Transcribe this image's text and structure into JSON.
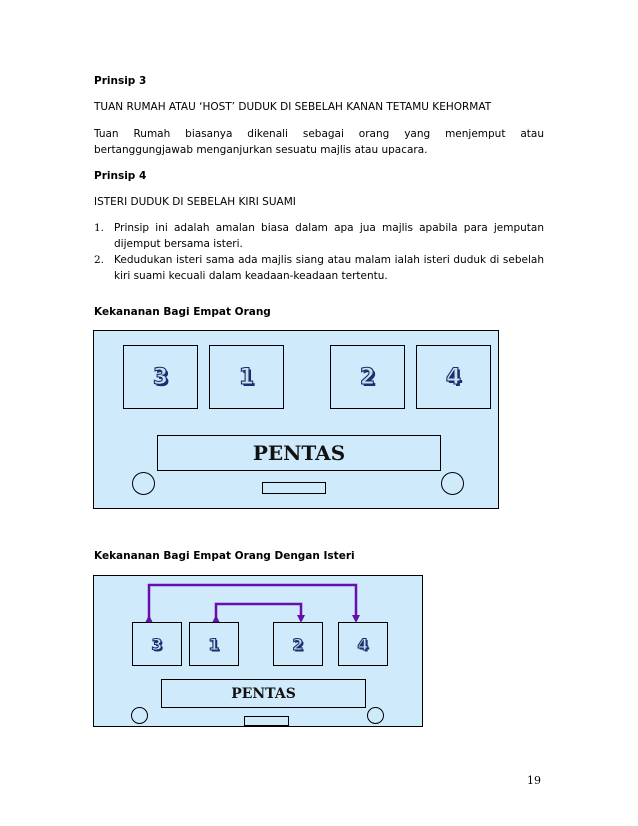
{
  "principle3": {
    "heading": "Prinsip 3",
    "title": "TUAN RUMAH ATAU ‘HOST’ DUDUK DI SEBELAH KANAN TETAMU KEHORMAT",
    "body": "Tuan Rumah biasanya dikenali sebagai orang yang menjemput atau bertanggungjawab menganjurkan sesuatu majlis atau upacara."
  },
  "principle4": {
    "heading": "Prinsip 4",
    "title": "ISTERI DUDUK DI SEBELAH KIRI SUAMI",
    "items": [
      {
        "num": "1.",
        "text": "Prinsip ini adalah amalan biasa dalam apa jua majlis apabila para jemputan dijemput bersama isteri."
      },
      {
        "num": "2.",
        "text": "Kedudukan isteri sama ada majlis siang atau malam ialah isteri duduk di sebelah kiri suami kecuali dalam keadaan-keadaan tertentu."
      }
    ]
  },
  "diagram1": {
    "caption": "Kekananan Bagi Empat Orang",
    "seats": [
      "3",
      "1",
      "2",
      "4"
    ],
    "stage_label": "PENTAS"
  },
  "diagram2": {
    "caption": "Kekananan Bagi Empat Orang Dengan Isteri",
    "seats": [
      "3",
      "1",
      "2",
      "4"
    ],
    "stage_label": "PENTAS",
    "arrow_color": "#6a0dad"
  },
  "colors": {
    "diagram_bg": "#cfeafb",
    "seat_text": "#1b2e6e"
  },
  "page_number": "19"
}
